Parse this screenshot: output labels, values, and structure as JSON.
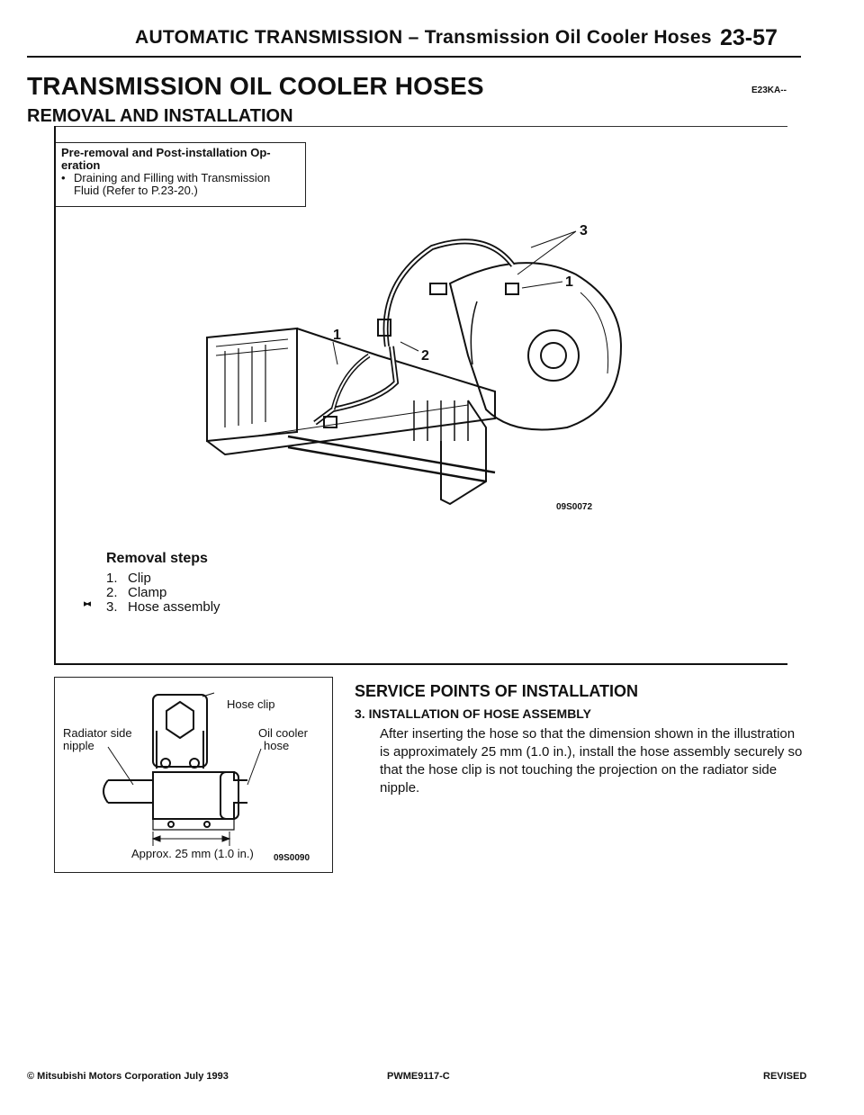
{
  "header": {
    "title": "AUTOMATIC TRANSMISSION – Transmission Oil Cooler Hoses",
    "page": "23-57"
  },
  "section": {
    "title": "TRANSMISSION OIL COOLER HOSES",
    "code": "E23KA--",
    "subtitle": "REMOVAL AND INSTALLATION"
  },
  "pre_removal": {
    "heading_line1": "Pre-removal and Post-installation Op-",
    "heading_line2": "eration",
    "bullet": "•",
    "item_line1": "Draining and Filling with Transmission",
    "item_line2": "Fluid (Refer to P.23-20.)"
  },
  "main_figure": {
    "code": "09S0072",
    "callouts": [
      "3",
      "1",
      "1",
      "2"
    ]
  },
  "removal_steps": {
    "title": "Removal steps",
    "items": [
      {
        "num": "1.",
        "label": "Clip"
      },
      {
        "num": "2.",
        "label": "Clamp"
      },
      {
        "num": "3.",
        "label": "Hose assembly"
      }
    ],
    "mark": "▸◂"
  },
  "detail_figure": {
    "hose_clip": "Hose clip",
    "radiator_side_line1": "Radiator side",
    "radiator_side_line2": "nipple",
    "oil_cooler_line1": "Oil cooler",
    "oil_cooler_line2": "hose",
    "dimension": "Approx. 25 mm (1.0 in.)",
    "code": "09S0090"
  },
  "service": {
    "title": "SERVICE POINTS OF INSTALLATION",
    "subtitle": "3. INSTALLATION OF HOSE ASSEMBLY",
    "paragraph": "After inserting the hose so that the dimension shown in the illustration is approximately 25 mm (1.0 in.), install the hose assembly securely so that the hose clip is not touching the projection on the radiator side nipple."
  },
  "footer": {
    "left": "© Mitsubishi Motors Corporation   July 1993",
    "middle": "PWME9117-C",
    "right": "REVISED"
  }
}
